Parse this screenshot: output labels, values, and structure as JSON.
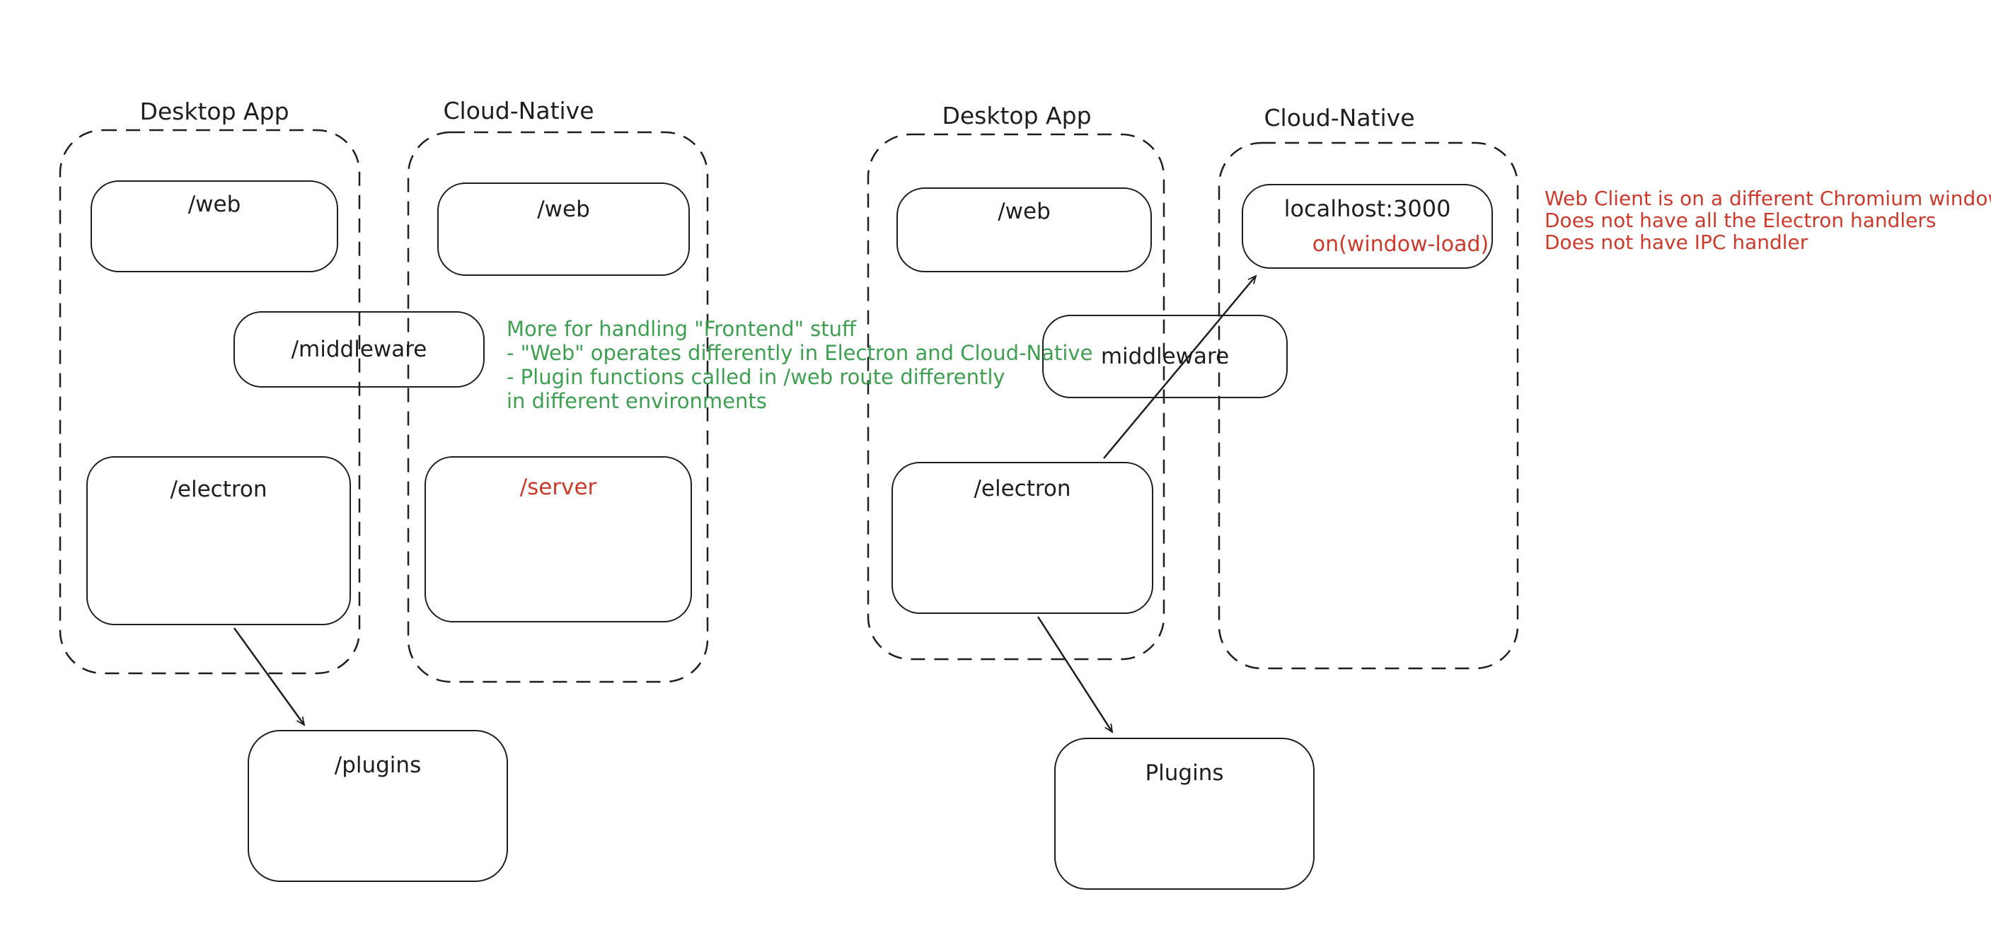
{
  "canvas": {
    "background": "#ffffff"
  },
  "colors": {
    "stroke": "#1e1e1e",
    "green": "#3da050",
    "red": "#cb3a2a"
  },
  "left_diagram": {
    "desktop_group": {
      "label": "Desktop App"
    },
    "cloud_group": {
      "label": "Cloud-Native"
    },
    "nodes": {
      "web_desktop": "/web",
      "web_cloud": "/web",
      "middleware": "/middleware",
      "electron": "/electron",
      "server": "/server",
      "plugins": "/plugins"
    },
    "note_green": {
      "lines": [
        "More for handling \"Frontend\" stuff",
        "- \"Web\" operates differently in Electron and Cloud-Native",
        "- Plugin functions called in /web route differently",
        "in different environments"
      ]
    }
  },
  "right_diagram": {
    "desktop_group": {
      "label": "Desktop App"
    },
    "cloud_group": {
      "label": "Cloud-Native"
    },
    "nodes": {
      "web": "/web",
      "middleware": "middleware",
      "electron": "/electron",
      "localhost": "localhost:3000",
      "on_window_load": "on(window-load)",
      "plugins": "Plugins"
    },
    "note_red": {
      "lines": [
        "Web Client is on a different Chromium window",
        "Does not have all the Electron handlers",
        "Does not have IPC handler"
      ]
    }
  }
}
